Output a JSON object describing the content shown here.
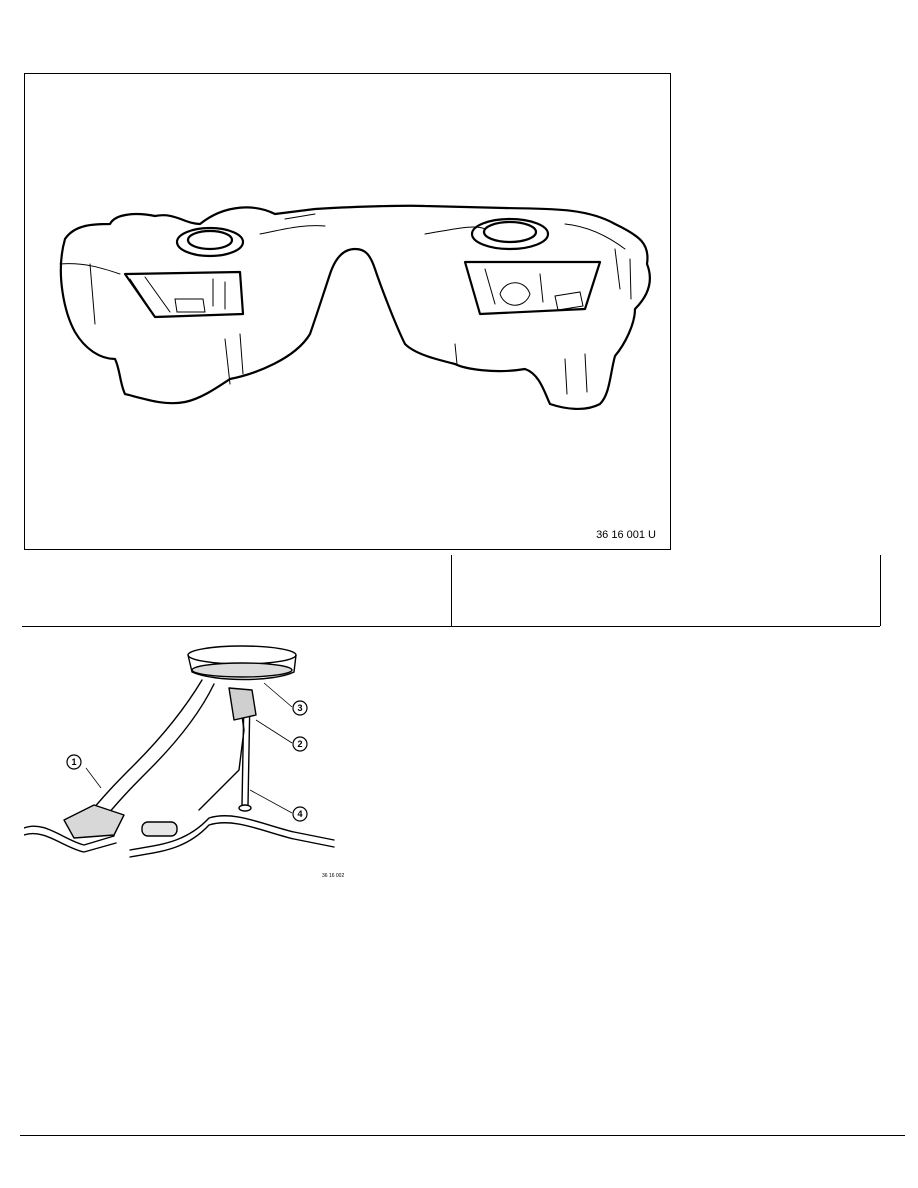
{
  "figure1": {
    "code": "36 16 001 U"
  },
  "figure2": {
    "code": "36 16 002",
    "callouts": [
      "1",
      "2",
      "3",
      "4"
    ]
  }
}
